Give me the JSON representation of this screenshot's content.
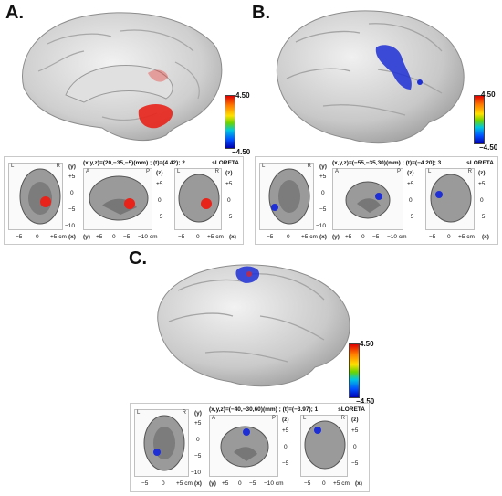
{
  "panels": [
    {
      "id": "A",
      "label": "A.",
      "header": "(x,y,z)=(20,−35,−5)(mm) ; (t)=(4.42); 2",
      "method": "sLORETA",
      "cb_max": "4.50",
      "cb_min": "−4.50"
    },
    {
      "id": "B",
      "label": "B.",
      "header": "(x,y,z)=(−55,−35,30)(mm) ; (t)=(−4.20); 3",
      "method": "sLORETA",
      "cb_max": "4.50",
      "cb_min": "−4.50"
    },
    {
      "id": "C",
      "label": "C.",
      "header": "(x,y,z)=(−40,−30,60)(mm) ; (t)=(−3.97); 1",
      "method": "sLORETA",
      "cb_max": "4.50",
      "cb_min": "−4.50"
    }
  ],
  "views": {
    "axial": {
      "corner_left": "L",
      "corner_right": "R",
      "top_axis": "(y)",
      "x_axis": "(x)",
      "right_ticks": [
        "+5",
        "0",
        "−5",
        "−10"
      ],
      "bottom_ticks": [
        "−5",
        "0",
        "+5 cm"
      ]
    },
    "sagittal": {
      "corner_left": "A",
      "corner_right": "P",
      "top_axis": "(z)",
      "y_axis_label": "(y)",
      "right_ticks": [
        "+5",
        "0",
        "−5"
      ],
      "bottom_ticks": [
        "+5",
        "0",
        "−5",
        "−10 cm"
      ]
    },
    "coronal": {
      "corner_left": "L",
      "corner_right": "R",
      "top_axis": "(z)",
      "x_axis": "(x)",
      "right_ticks": [
        "+5",
        "0",
        "−5"
      ],
      "bottom_ticks": [
        "−5",
        "0",
        "+5 cm"
      ]
    }
  },
  "colors": {
    "positive": "#e8231a",
    "negative": "#1e2fd6",
    "brain": "#d4d4d4",
    "mri": "#9a9a9a"
  }
}
